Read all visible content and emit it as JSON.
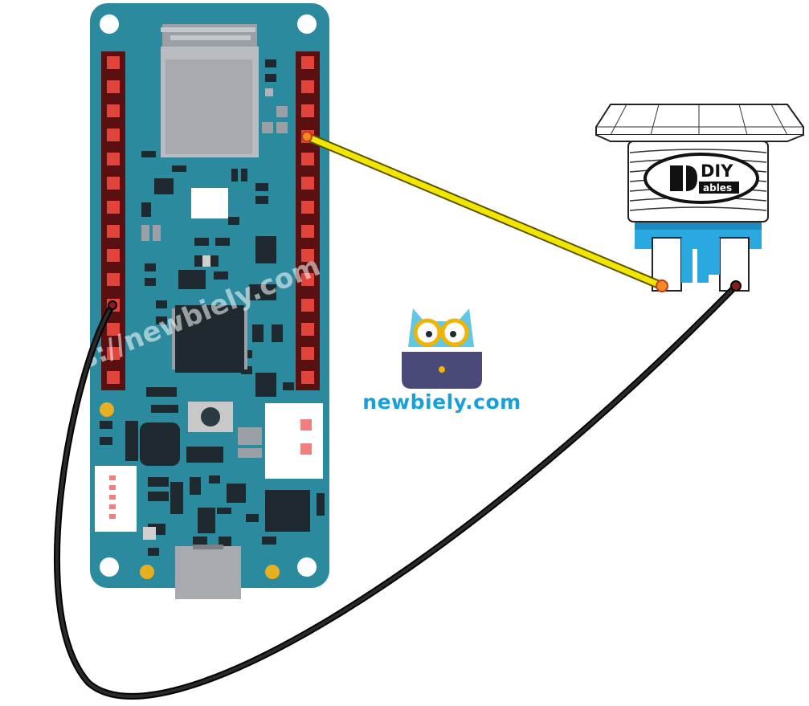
{
  "diagram": {
    "watermark": "https://newbiely.com",
    "logo_text": "newbiely.com",
    "button_brand_top": "DIY",
    "button_brand_bottom": "ables",
    "colors": {
      "board": "#2b8a9e",
      "board_dark": "#1f6f80",
      "pin_header": "#8b1a1a",
      "pin": "#e0443a",
      "signal_wire": "#f2e600",
      "ground_wire": "#1a1a1a",
      "button_base": "#2aa8e0",
      "logo_blue": "#1aa0d8"
    }
  }
}
